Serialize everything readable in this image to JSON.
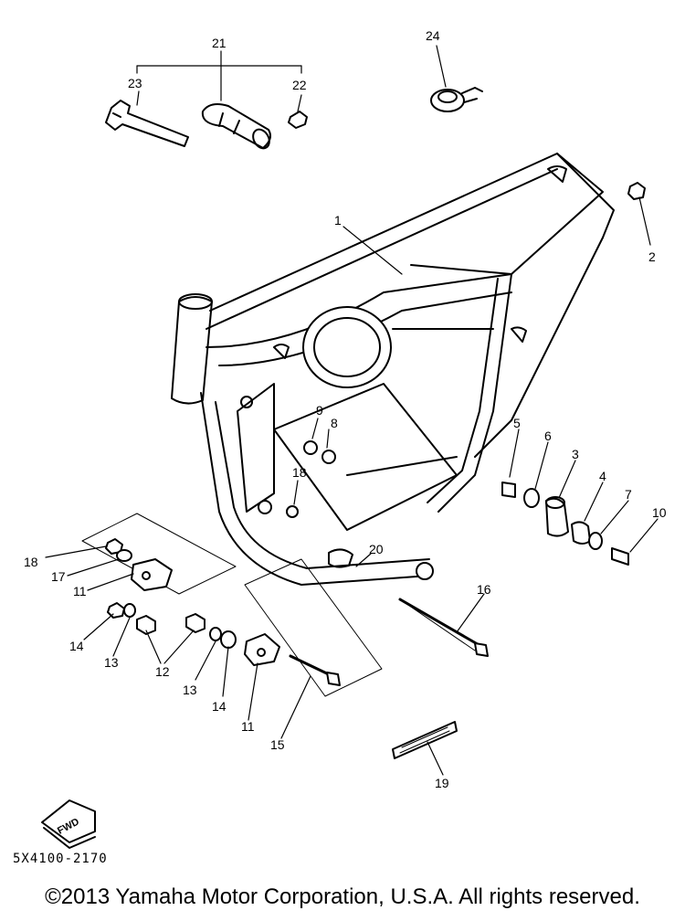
{
  "diagram": {
    "labels": {
      "p1": "1",
      "p2": "2",
      "p3": "3",
      "p4": "4",
      "p5": "5",
      "p6": "6",
      "p7": "7",
      "p8": "8",
      "p9": "9",
      "p10": "10",
      "p11a": "11",
      "p11b": "11",
      "p12": "12",
      "p13a": "13",
      "p13b": "13",
      "p14a": "14",
      "p14b": "14",
      "p15": "15",
      "p16": "16",
      "p17": "17",
      "p18a": "18",
      "p18b": "18",
      "p19": "19",
      "p20": "20",
      "p21": "21",
      "p22": "22",
      "p23": "23",
      "p24": "24"
    },
    "fwd_label": "FWD",
    "drawing_code": "5X4100-2170"
  },
  "footer": {
    "copyright": "©2013 Yamaha Motor Corporation, U.S.A. All rights reserved."
  }
}
